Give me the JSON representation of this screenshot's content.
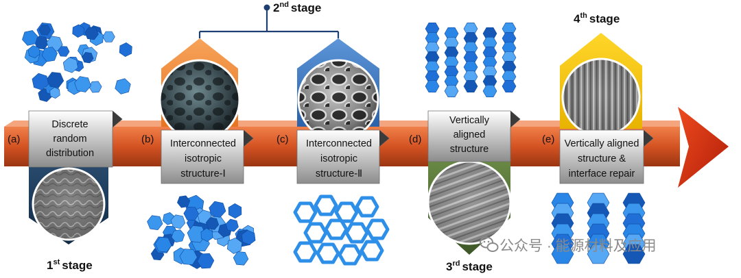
{
  "panels": [
    {
      "letter": "(a)",
      "lines": [
        "Discrete",
        "random",
        "distribution"
      ]
    },
    {
      "letter": "(b)",
      "lines": [
        "Interconnected",
        "isotropic",
        "structure-Ⅰ"
      ]
    },
    {
      "letter": "(c)",
      "lines": [
        "Interconnected",
        "isotropic",
        "structure-Ⅱ"
      ]
    },
    {
      "letter": "(d)",
      "lines": [
        "Vertically",
        "aligned",
        "structure"
      ]
    },
    {
      "letter": "(e)",
      "lines": [
        "Vertically aligned",
        "structure &",
        "interface repair"
      ]
    }
  ],
  "stages": [
    {
      "num": "1",
      "sup": "st",
      "word": "stage"
    },
    {
      "num": "2",
      "sup": "nd",
      "word": "stage"
    },
    {
      "num": "3",
      "sup": "rd",
      "word": "stage"
    },
    {
      "num": "4",
      "sup": "th",
      "word": "stage"
    }
  ],
  "watermark": {
    "icon": "wechat-icon",
    "text": "公众号 · 能源材料及应用"
  },
  "colors": {
    "arrow": "#d2551f",
    "box": "#9a9a9a",
    "orange_tab": "#f08a3a",
    "blue_tab": "#3a78c2",
    "green_tab": "#55713a",
    "navy_tab": "#1e3d5c",
    "yellow_tab": "#f2c20e",
    "hexagon": "#2a86e6"
  }
}
